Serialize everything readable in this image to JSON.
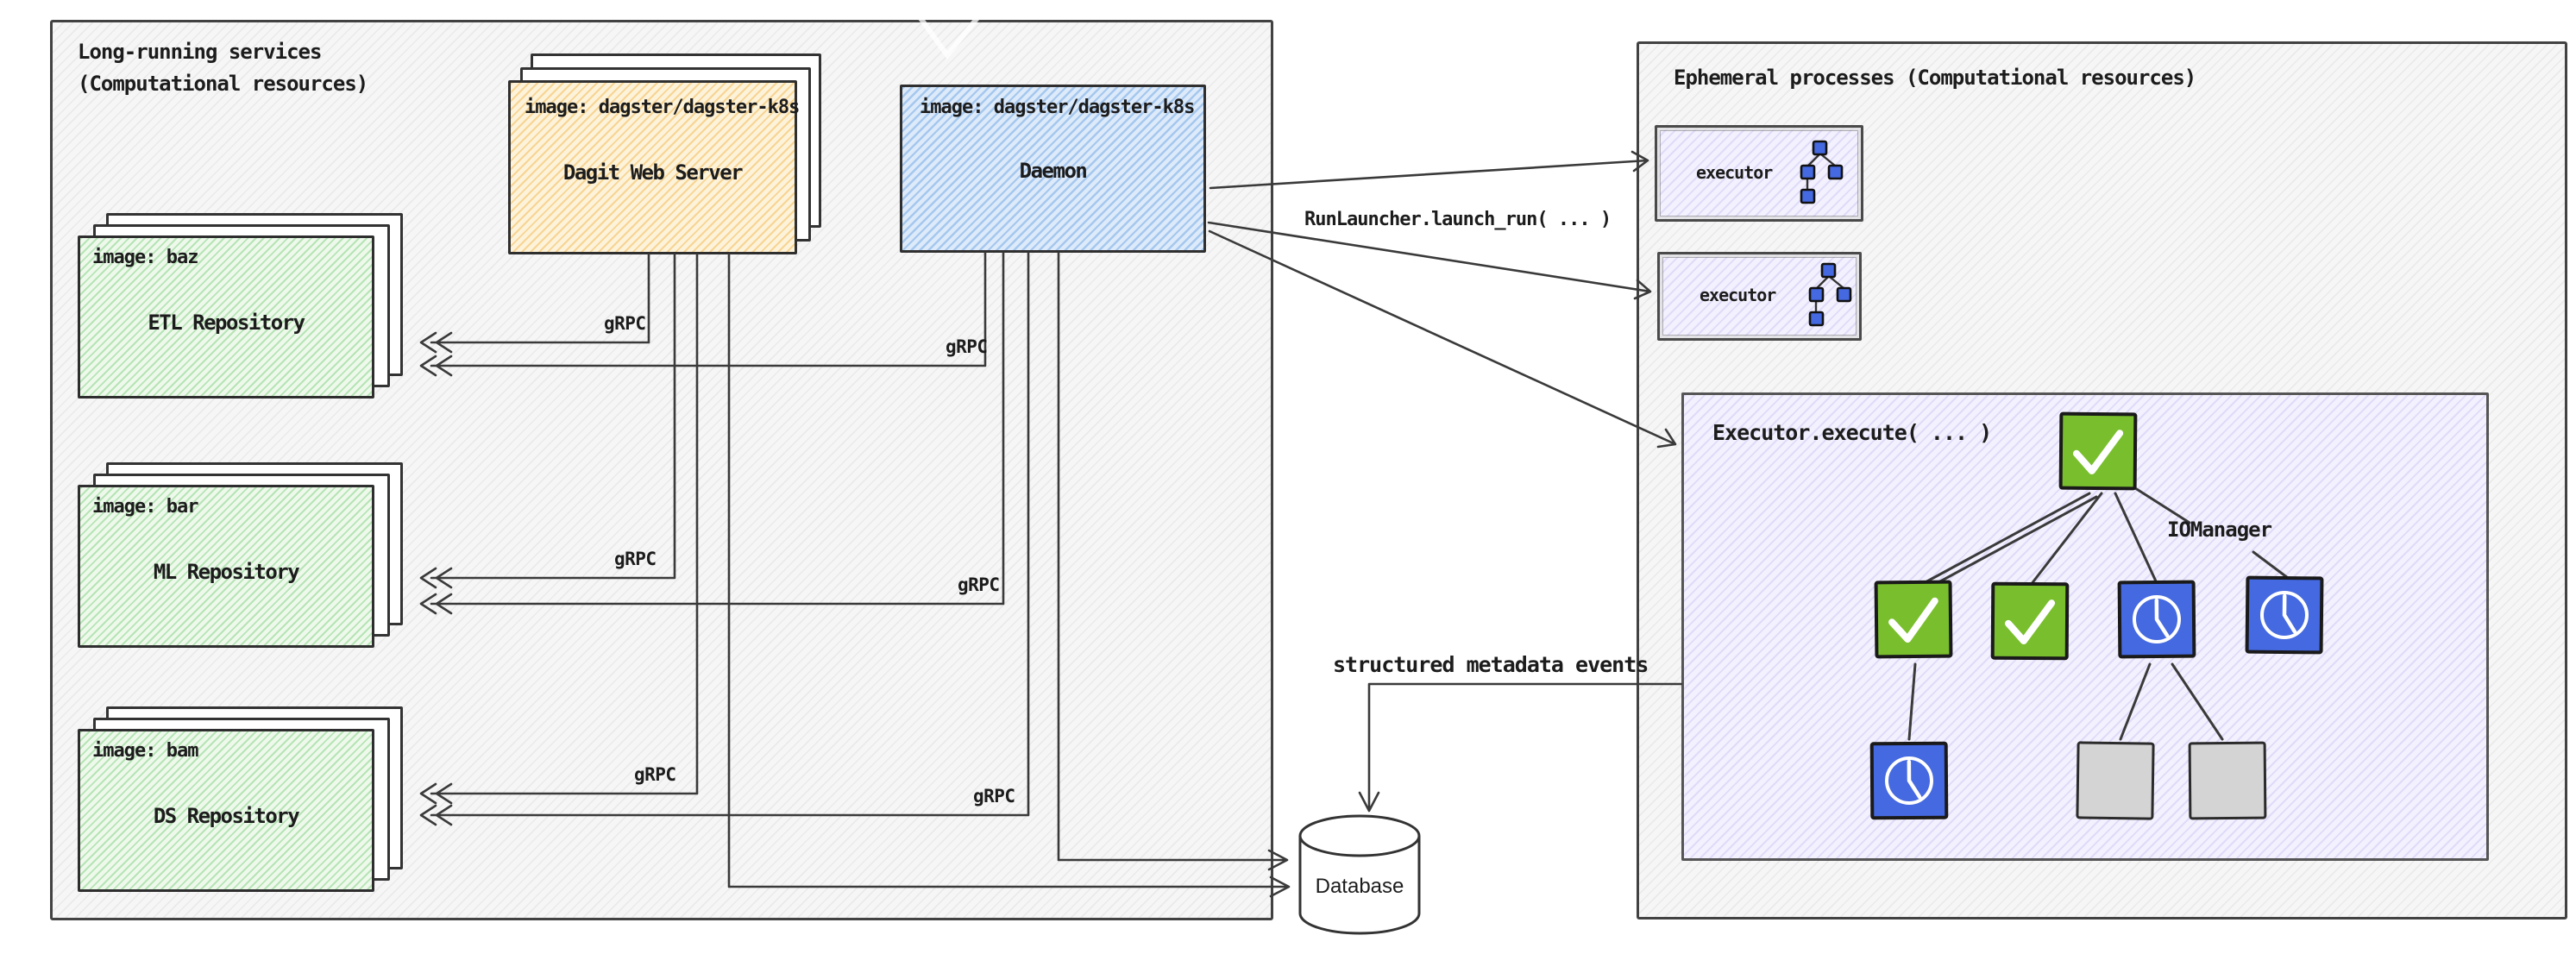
{
  "diagram": {
    "left_panel": {
      "title_line1": "Long-running services",
      "title_line2": "(Computational resources)"
    },
    "right_panel": {
      "title": "Ephemeral processes (Computational resources)"
    },
    "dagit": {
      "image_label": "image: dagster/dagster-k8s",
      "name": "Dagit Web Server"
    },
    "daemon": {
      "image_label": "image: dagster/dagster-k8s",
      "name": "Daemon"
    },
    "repos": [
      {
        "image_label": "image: baz",
        "name": "ETL Repository"
      },
      {
        "image_label": "image: bar",
        "name": "ML Repository"
      },
      {
        "image_label": "image: bam",
        "name": "DS Repository"
      }
    ],
    "executors": [
      {
        "label": "executor"
      },
      {
        "label": "executor"
      }
    ],
    "execute_box": {
      "title": "Executor.execute( ... )",
      "iomanager_label": "IOManager",
      "nodes": [
        {
          "id": "root",
          "status": "success"
        },
        {
          "id": "child-1",
          "status": "success"
        },
        {
          "id": "child-2",
          "status": "success"
        },
        {
          "id": "child-3",
          "status": "in-progress"
        },
        {
          "id": "child-4",
          "status": "in-progress"
        },
        {
          "id": "grandchild-1",
          "status": "in-progress"
        },
        {
          "id": "grandchild-2",
          "status": "not-started"
        },
        {
          "id": "grandchild-3",
          "status": "not-started"
        }
      ]
    },
    "edge_labels": {
      "grpc": "gRPC",
      "run_launcher": "RunLauncher.launch_run( ... )",
      "metadata_events": "structured metadata events"
    },
    "database": {
      "label": "Database"
    },
    "colors": {
      "success_green": "#79bf2d",
      "progress_blue": "#4569e0",
      "pending_gray": "#d4d4d4",
      "dagit_fill": "#fdf3da",
      "daemon_fill": "#ddeafa",
      "repo_fill": "#eef9ec",
      "ephemeral_fill": "#f3f1fd",
      "wire": "#3a3a3a"
    }
  }
}
